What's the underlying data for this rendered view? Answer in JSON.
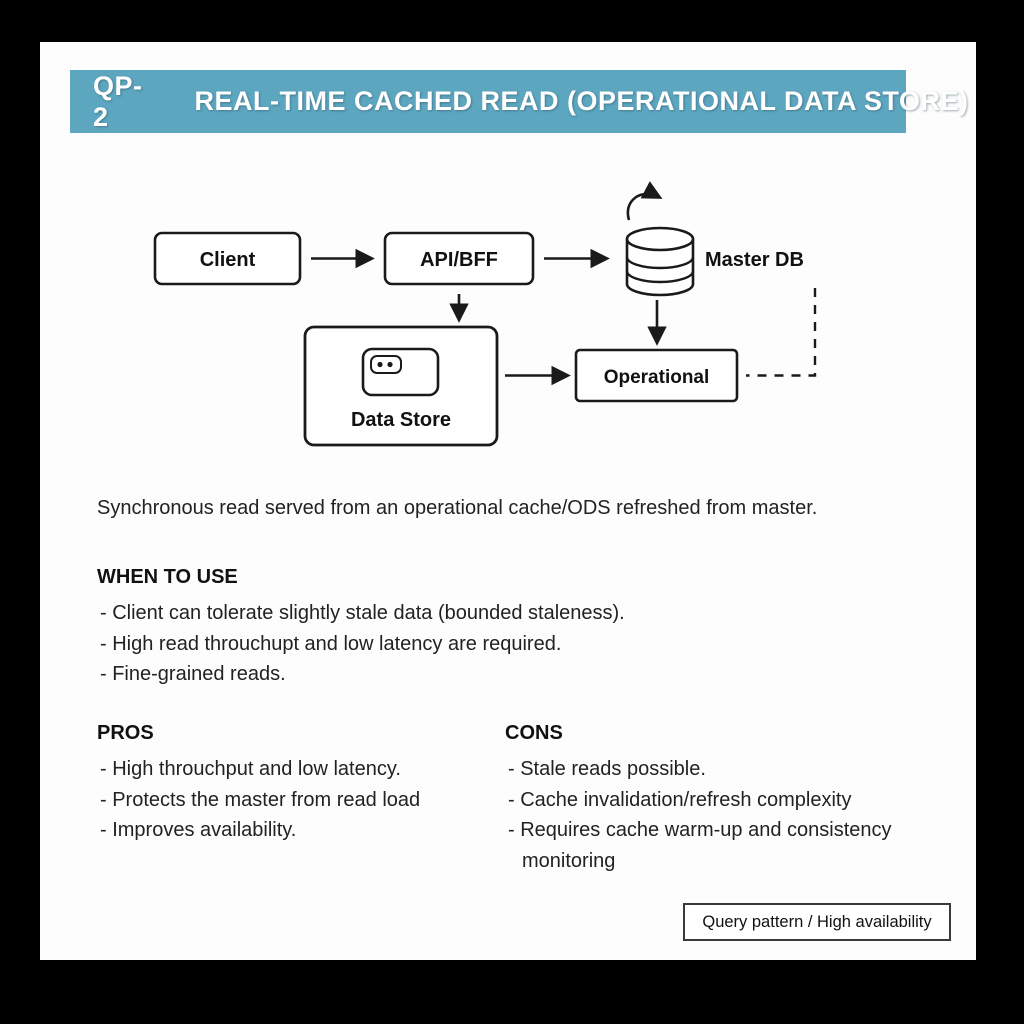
{
  "header": {
    "code": "QP-2",
    "title": "REAL-TIME CACHED READ (OPERATIONAL DATA STORE)",
    "accent_color": "#5da6c0"
  },
  "diagram": {
    "nodes": {
      "client": "Client",
      "api": "API/BFF",
      "master_db": "Master DB",
      "operational": "Operational",
      "data_store": "Data Store"
    },
    "icons": [
      "database-cylinder-icon",
      "refresh-arrow-icon",
      "cache-card-icon"
    ],
    "line_color": "#1a1a1a"
  },
  "summary": "Synchronous read served from an operational cache/ODS refreshed from master.",
  "when_to_use": {
    "heading": "WHEN TO USE",
    "items": [
      "- Client can tolerate slightly stale data (bounded staleness).",
      "- High read throuchupt and low latency are required.",
      "- Fine-grained reads."
    ]
  },
  "pros": {
    "heading": "PROS",
    "items": [
      "- High throuchput and low latency.",
      "- Protects the master from read load",
      "- Improves availability."
    ]
  },
  "cons": {
    "heading": "CONS",
    "items": [
      "- Stale reads possible.",
      "- Cache invalidation/refresh complexity",
      "- Requires cache warm-up and consistency monitoring"
    ]
  },
  "footer_badge": "Query pattern / High availability"
}
